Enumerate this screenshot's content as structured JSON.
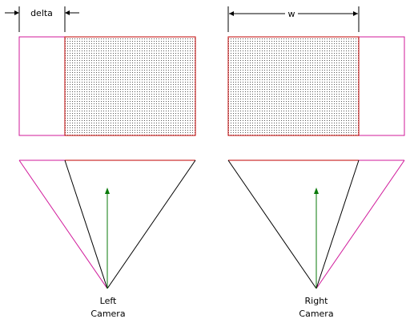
{
  "labels": {
    "delta": "delta",
    "w": "w",
    "left_camera": [
      "Left",
      "Camera"
    ],
    "right_camera": [
      "Right",
      "Camera"
    ]
  },
  "colors": {
    "frame_border": "#d0189a",
    "overlap_border": "#c00000",
    "frustum_overlap_edge": "#000000",
    "frustum_outer_edge": "#d0189a",
    "near_plane": "#c00000",
    "view_direction": "#0a7a0a",
    "dimension_lines": "#000000",
    "stipple_dot": "#555555",
    "background": "#ffffff"
  },
  "icons": {
    "view_direction": "arrow-up-icon",
    "dimension_arrow": "arrow-head-icon"
  }
}
